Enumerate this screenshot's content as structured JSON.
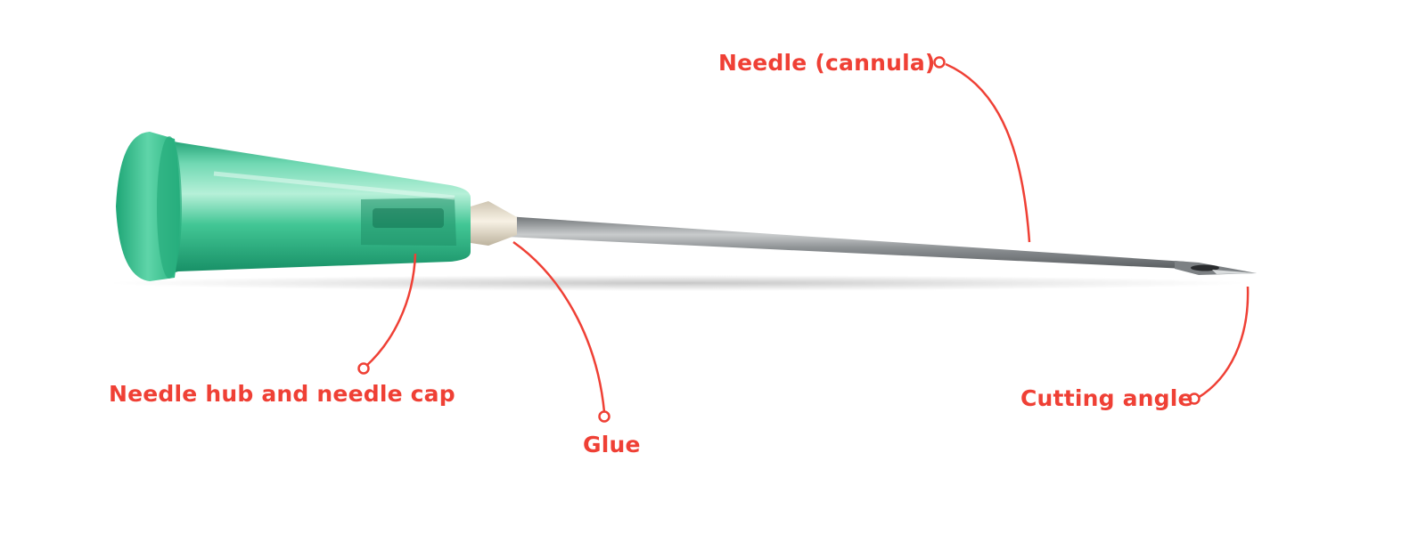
{
  "diagram": {
    "labels": {
      "needle": "Needle (cannula)",
      "hub": "Needle hub and needle cap",
      "glue": "Glue",
      "cutting": "Cutting angle"
    }
  },
  "colors": {
    "label": "#ef4035",
    "leader": "#ef4035",
    "hub": "#2fbf8f",
    "hub_light": "#8fe3c3",
    "hub_dark": "#148a63",
    "cannula": "#8d9194",
    "glue": "#e9e0cf"
  }
}
